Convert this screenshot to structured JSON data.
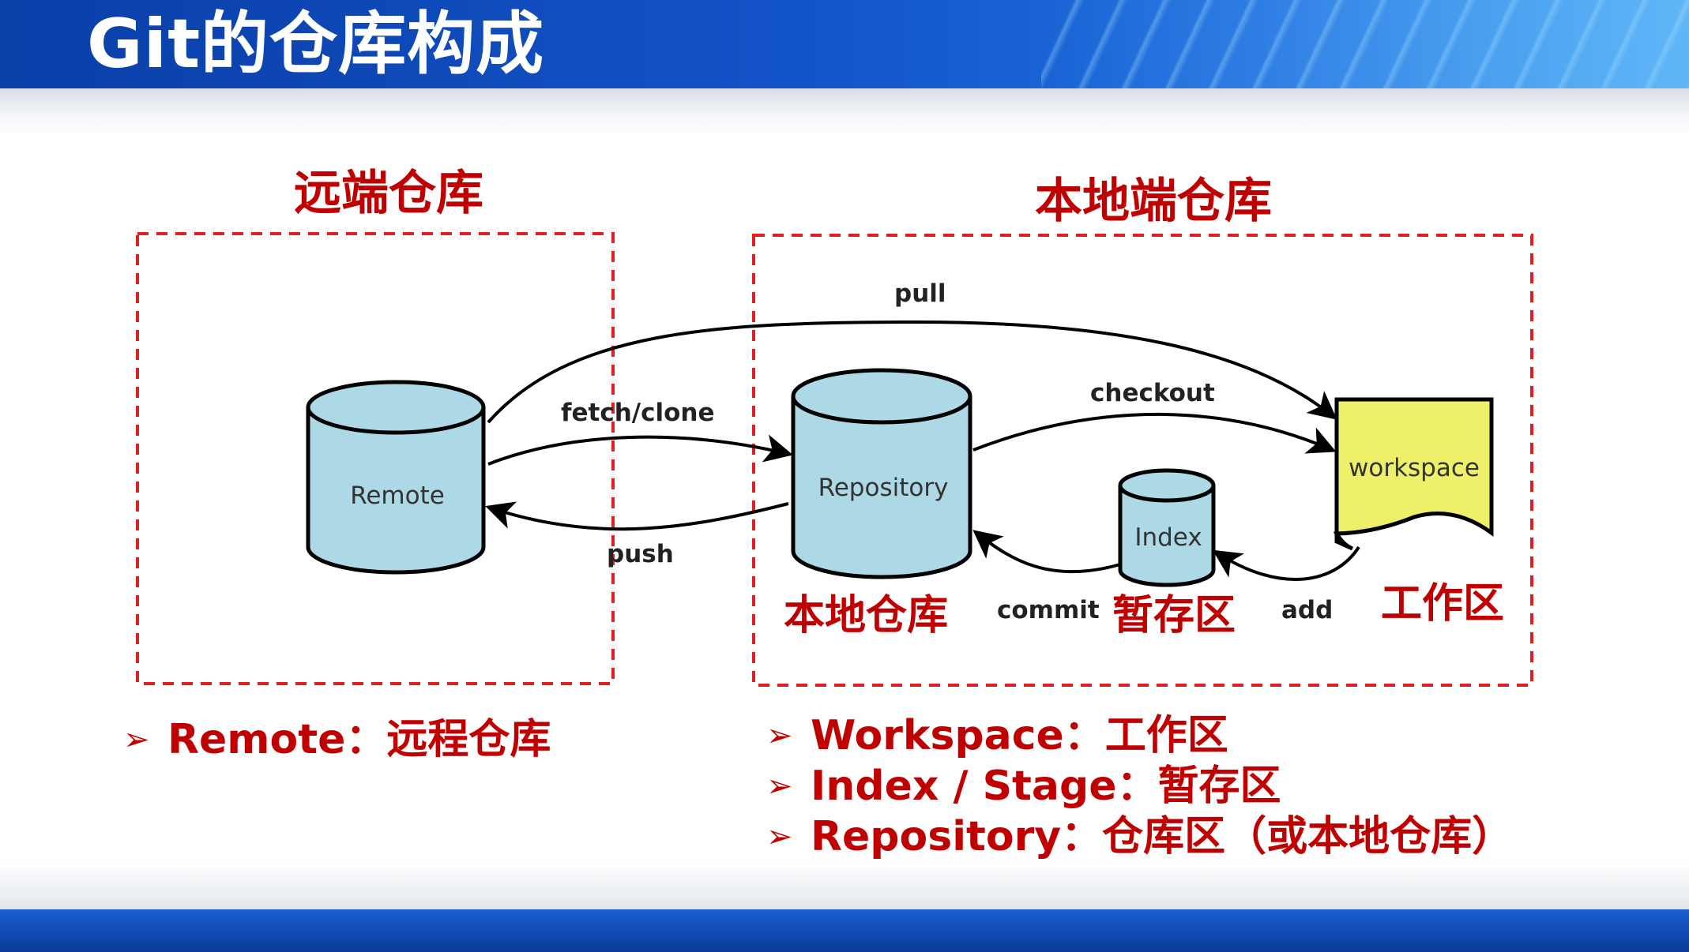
{
  "title": "Git的仓库构成",
  "sections": {
    "remote_heading": "远端仓库",
    "local_heading": "本地端仓库"
  },
  "nodes": {
    "remote": "Remote",
    "repository": "Repository",
    "index": "Index",
    "workspace": "workspace"
  },
  "arrows": {
    "pull": "pull",
    "fetch_clone": "fetch/clone",
    "push": "push",
    "checkout": "checkout",
    "commit": "commit",
    "add": "add"
  },
  "cn_labels": {
    "local_repo": "本地仓库",
    "staging": "暂存区",
    "work_area": "工作区"
  },
  "bullets_left": [
    {
      "marker": "➢",
      "text": "Remote：远程仓库"
    }
  ],
  "bullets_right": [
    {
      "marker": "➢",
      "text": "Workspace：工作区"
    },
    {
      "marker": "➢",
      "text": "Index / Stage：暂存区"
    },
    {
      "marker": "➢",
      "text": "Repository：仓库区（或本地仓库）"
    }
  ],
  "colors": {
    "accent_red": "#c00000",
    "cylinder_fill": "#add8e6",
    "workspace_fill": "#eef06a",
    "header_blue": "#1252c6"
  }
}
